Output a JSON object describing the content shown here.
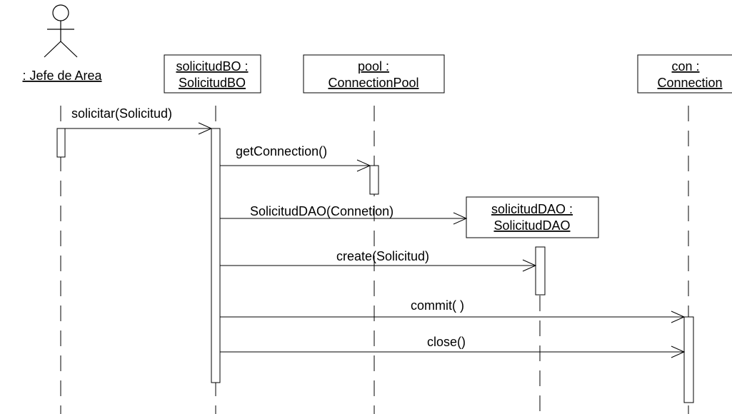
{
  "actor": {
    "label": ": Jefe de Area"
  },
  "objects": [
    {
      "id": "bo",
      "line1": "solicitudBO :",
      "line2": "SolicitudBO"
    },
    {
      "id": "pool",
      "line1": "pool :",
      "line2": "ConnectionPool"
    },
    {
      "id": "dao",
      "line1": "solicitudDAO :",
      "line2": "SolicitudDAO"
    },
    {
      "id": "con",
      "line1": "con :",
      "line2": "Connection"
    }
  ],
  "messages": [
    {
      "id": "m1",
      "label": "solicitar(Solicitud)"
    },
    {
      "id": "m2",
      "label": "getConnection()"
    },
    {
      "id": "m3",
      "label": "SolicitudDAO(Connetion)"
    },
    {
      "id": "m4",
      "label": "create(Solicitud)"
    },
    {
      "id": "m5",
      "label": "commit( )"
    },
    {
      "id": "m6",
      "label": "close()"
    }
  ]
}
